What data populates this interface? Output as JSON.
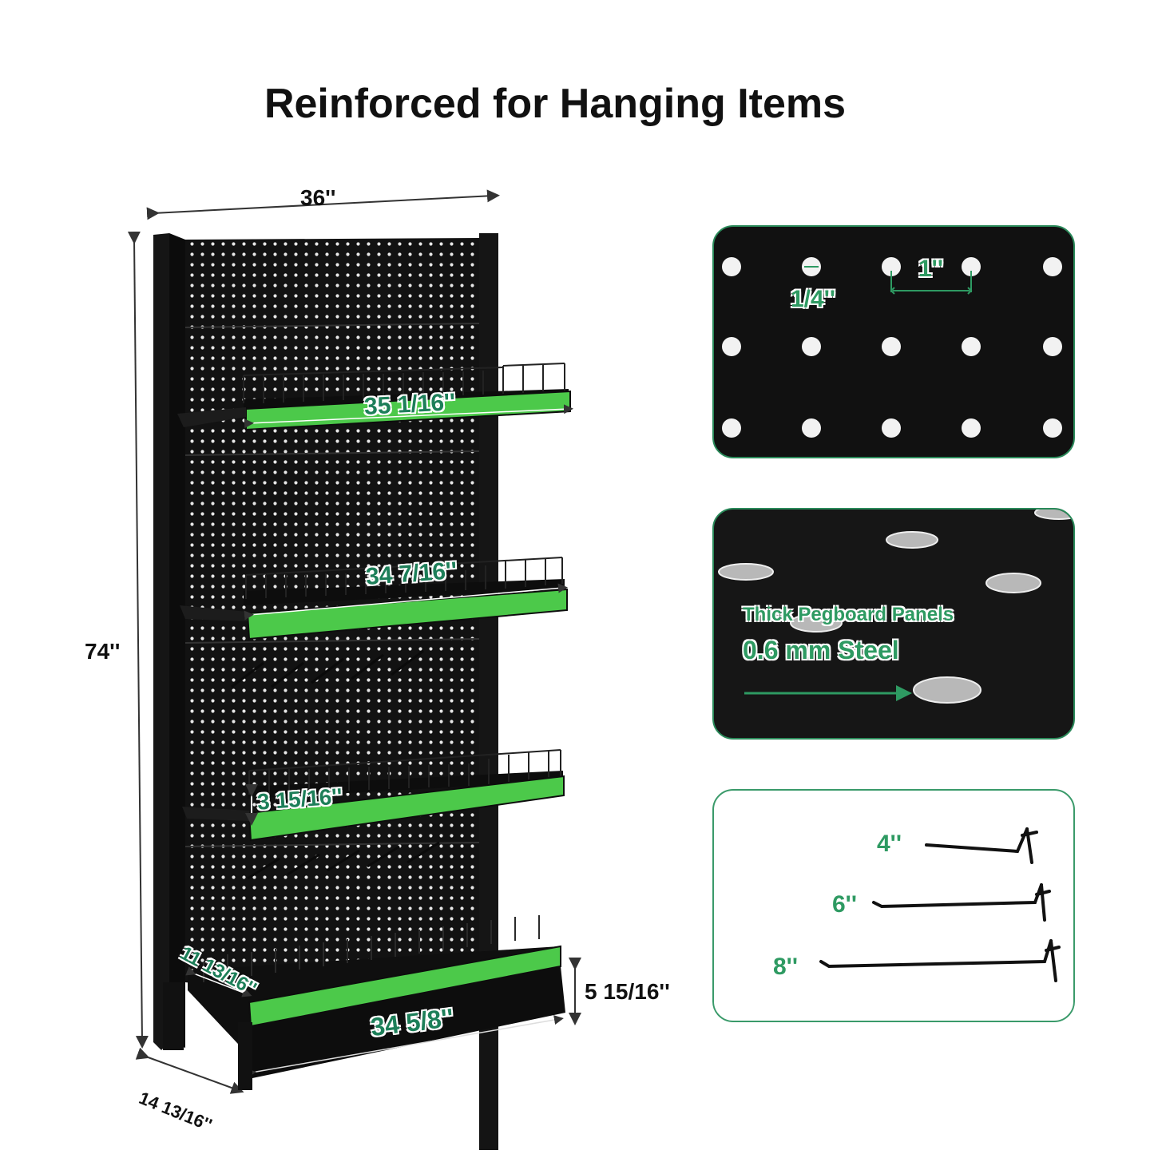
{
  "title": "Reinforced for Hanging Items",
  "dimensions": {
    "width_top": "36''",
    "height": "74''",
    "depth": "14 13/16''",
    "base_height": "5 15/16''",
    "shelf_1_width": "35 1/16''",
    "shelf_2_width": "34 7/16''",
    "shelf_gap": "3 15/16''",
    "shelf_depth": "11 13/16''",
    "base_width": "34 5/8''"
  },
  "pegboard_detail": {
    "hole_diameter": "1/4''",
    "hole_spacing": "1''"
  },
  "steel_detail": {
    "line1": "Thick Pegboard Panels",
    "line2": "0.6 mm Steel"
  },
  "hooks": {
    "items": [
      {
        "label": "4''"
      },
      {
        "label": "6''"
      },
      {
        "label": "8''"
      }
    ]
  },
  "colors": {
    "accent_green": "#2e9a62",
    "strip_green": "#4cc94a",
    "rack_black": "#111111"
  }
}
